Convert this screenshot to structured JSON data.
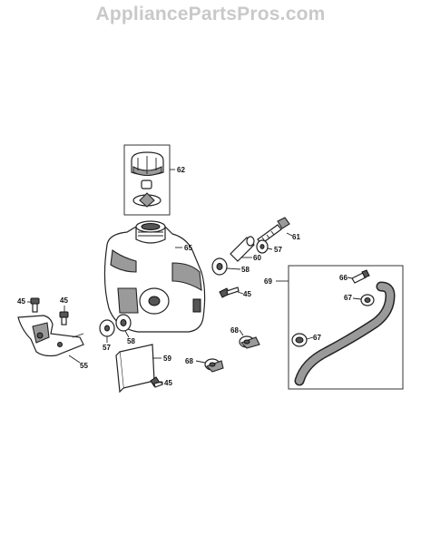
{
  "watermark": "AppliancePartsPros.com",
  "callouts": {
    "p62": "62",
    "p65": "65",
    "p61": "61",
    "p57a": "57",
    "p60": "60",
    "p58a": "58",
    "p69": "69",
    "p66": "66",
    "p67a": "67",
    "p45a": "45",
    "p45b": "45",
    "p45c": "45",
    "p45d": "45",
    "p55": "55",
    "p57b": "57",
    "p58b": "58",
    "p59": "59",
    "p68a": "68",
    "p68b": "68",
    "p67b": "67"
  }
}
